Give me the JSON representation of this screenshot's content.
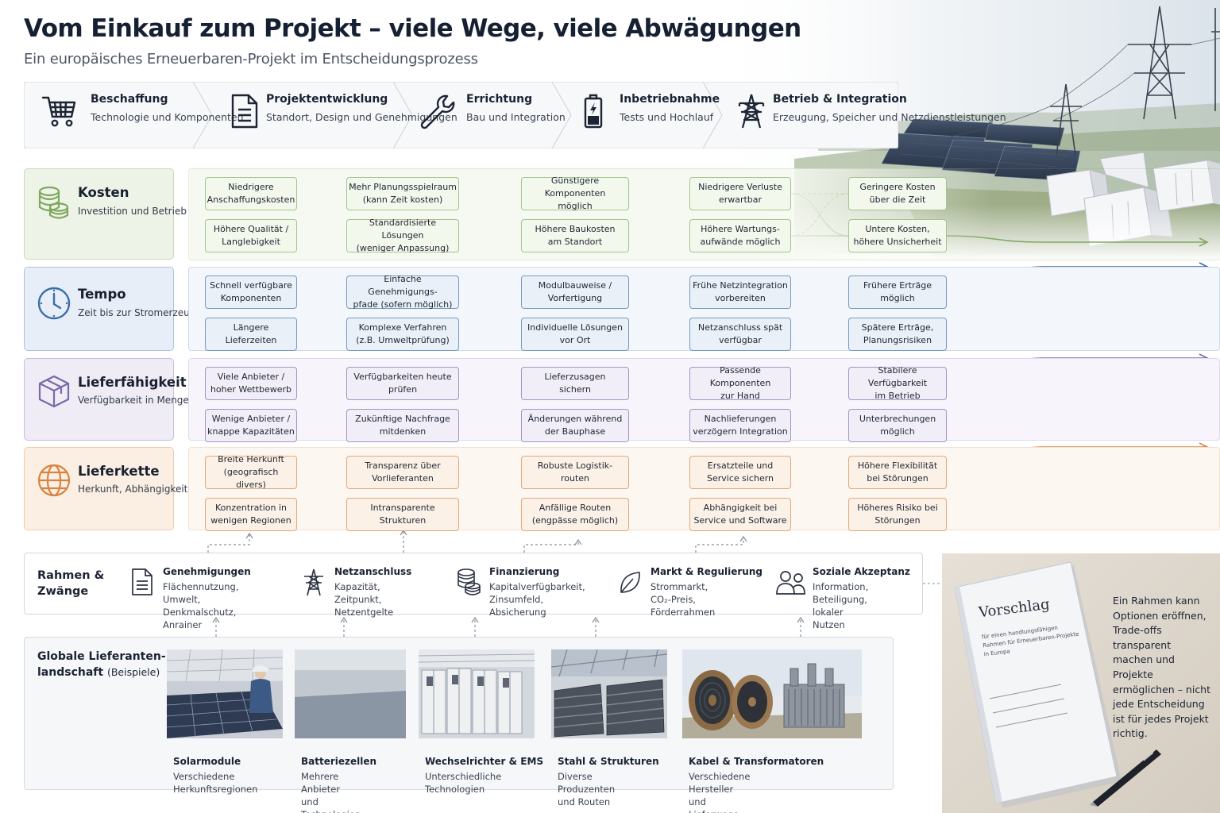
{
  "header": {
    "title": "Vom Einkauf zum Projekt – viele Wege, viele Abwägungen",
    "subtitle": "Ein europäisches Erneuerbaren-Projekt im Entscheidungsprozess"
  },
  "phases": [
    {
      "title": "Beschaffung",
      "desc": "Technologie und\nKomponenten",
      "icon": "shopping-cart-icon"
    },
    {
      "title": "Projektentwicklung",
      "desc": "Standort, Design\nund Genehmigungen",
      "icon": "document-icon"
    },
    {
      "title": "Errichtung",
      "desc": "Bau und\nIntegration",
      "icon": "wrench-icon"
    },
    {
      "title": "Inbetriebnahme",
      "desc": "Tests und\nHochlauf",
      "icon": "battery-icon"
    },
    {
      "title": "Betrieb & Integration",
      "desc": "Erzeugung, Speicher\nund Netzdienstleistungen",
      "icon": "power-pylon-icon"
    }
  ],
  "categories": [
    {
      "title": "Kosten",
      "desc": "Investition und\nBetrieb über die\nProjektlaufzeit",
      "icon": "coins-icon",
      "accent": "#7fa860",
      "fill": "#edf3e6",
      "band": "#f6f9f1",
      "box": "#f3f8ec",
      "top": [
        "Niedrigere\nAnschaffungskosten",
        "Mehr Planungsspielraum\n(kann Zeit kosten)",
        "Günstigere Komponenten\nmöglich",
        "Niedrigere Verluste\nerwartbar",
        "Geringere Kosten\nüber die Zeit"
      ],
      "bottom": [
        "Höhere Qualität /\nLanglebigkeit",
        "Standardisierte Lösungen\n(weniger Anpassung)",
        "Höhere Baukosten\nam Standort",
        "Höhere Wartungs-\naufwände möglich",
        "Untere Kosten,\nhöhere Unsicherheit"
      ]
    },
    {
      "title": "Tempo",
      "desc": "Zeit bis zur\nStromerzeugung",
      "icon": "clock-icon",
      "accent": "#3a6da8",
      "fill": "#e7eef7",
      "band": "#f3f6fb",
      "box": "#eaf0f8",
      "top": [
        "Schnell verfügbare\nKomponenten",
        "Einfache Genehmigungs-\npfade (sofern möglich)",
        "Modulbauweise /\nVorfertigung",
        "Frühe Netzintegration\nvorbereiten",
        "Frühere Erträge\nmöglich"
      ],
      "bottom": [
        "Längere Lieferzeiten",
        "Komplexe Verfahren\n(z.B. Umweltprüfung)",
        "Individuelle Lösungen\nvor Ort",
        "Netzanschluss spät\nverfügbar",
        "Spätere Erträge,\nPlanungsrisiken"
      ]
    },
    {
      "title": "Lieferfähigkeit",
      "desc": "Verfügbarkeit in\nMenge und Zeit",
      "icon": "package-icon",
      "accent": "#7b69a8",
      "fill": "#efecf6",
      "band": "#f7f5fb",
      "box": "#f1eef8",
      "top": [
        "Viele Anbieter /\nhoher Wettbewerb",
        "Verfügbarkeiten heute\nprüfen",
        "Lieferzusagen\nsichern",
        "Passende Komponenten\nzur Hand",
        "Stabilere Verfügbarkeit\nim Betrieb"
      ],
      "bottom": [
        "Wenige Anbieter /\nknappe Kapazitäten",
        "Zukünftige Nachfrage\nmitdenken",
        "Änderungen während\nder Bauphase",
        "Nachlieferungen\nverzögern Integration",
        "Unterbrechungen\nmöglich"
      ]
    },
    {
      "title": "Lieferkette",
      "desc": "Herkunft, Abhängigkeiten\nund Resilienz",
      "icon": "globe-icon",
      "accent": "#d9823f",
      "fill": "#fbefe4",
      "band": "#fdf7f1",
      "box": "#fcf1e6",
      "top": [
        "Breite Herkunft\n(geografisch divers)",
        "Transparenz über\nVorlieferanten",
        "Robuste Logistik-\nrouten",
        "Ersatzteile und\nService sichern",
        "Höhere Flexibilität\nbei Störungen"
      ],
      "bottom": [
        "Konzentration in\nwenigen Regionen",
        "Intransparente\nStrukturen",
        "Anfällige Routen\n(engpässe möglich)",
        "Abhängigkeit bei\nService und Software",
        "Höheres Risiko bei\nStörungen"
      ]
    }
  ],
  "rahmen": {
    "title": "Rahmen &\nZwänge",
    "items": [
      {
        "title": "Genehmigungen",
        "desc": "Flächennutzung, Umwelt,\nDenkmalschutz, Anrainer",
        "icon": "permit-document-icon"
      },
      {
        "title": "Netzanschluss",
        "desc": "Kapazität, Zeitpunkt,\nNetzentgelte",
        "icon": "grid-pylon-icon"
      },
      {
        "title": "Finanzierung",
        "desc": "Kapitalverfügbarkeit,\nZinsumfeld, Absicherung",
        "icon": "coin-stack-icon"
      },
      {
        "title": "Markt & Regulierung",
        "desc": "Strommarkt, CO₂-Preis,\nFörderrahmen",
        "icon": "leaf-icon"
      },
      {
        "title": "Soziale Akzeptanz",
        "desc": "Information, Beteiligung,\nlokaler Nutzen",
        "icon": "people-icon"
      }
    ]
  },
  "global": {
    "title_1": "Globale Lieferanten-",
    "title_2": "landschaft",
    "title_hint": "(Beispiele)",
    "suppliers": [
      {
        "title": "Solarmodule",
        "desc": "Verschiedene\nHerkunftsregionen",
        "icon": "solar-factory-photo"
      },
      {
        "title": "Batteriezellen",
        "desc": "Mehrere Anbieter\nund Technologien",
        "icon": "battery-cells-photo"
      },
      {
        "title": "Wechselrichter & EMS",
        "desc": "Unterschiedliche\nTechnologien",
        "icon": "inverter-cabinets-photo"
      },
      {
        "title": "Stahl & Strukturen",
        "desc": "Diverse Produzenten\nund Routen",
        "icon": "steel-beams-photo"
      },
      {
        "title": "Kabel & Transformatoren",
        "desc": "Verschiedene Hersteller\nund Lieferwege",
        "icon": "cable-transformer-photo"
      }
    ]
  },
  "proposal": {
    "doc_title": "Vorschlag",
    "doc_subtitle": "für einen handlungsfähigen\nRahmen für Erneuerbaren-Projekte\nin Europa",
    "note": "Ein Rahmen kann\nOptionen eröffnen,\nTrade-offs transparent\nmachen und Projekte\nermöglichen – nicht\njede Entscheidung\nist für jedes Projekt\nrichtig."
  },
  "colors": {
    "title": "#162033",
    "border": "#d4d7dd",
    "arrow": "#8a8f98"
  }
}
